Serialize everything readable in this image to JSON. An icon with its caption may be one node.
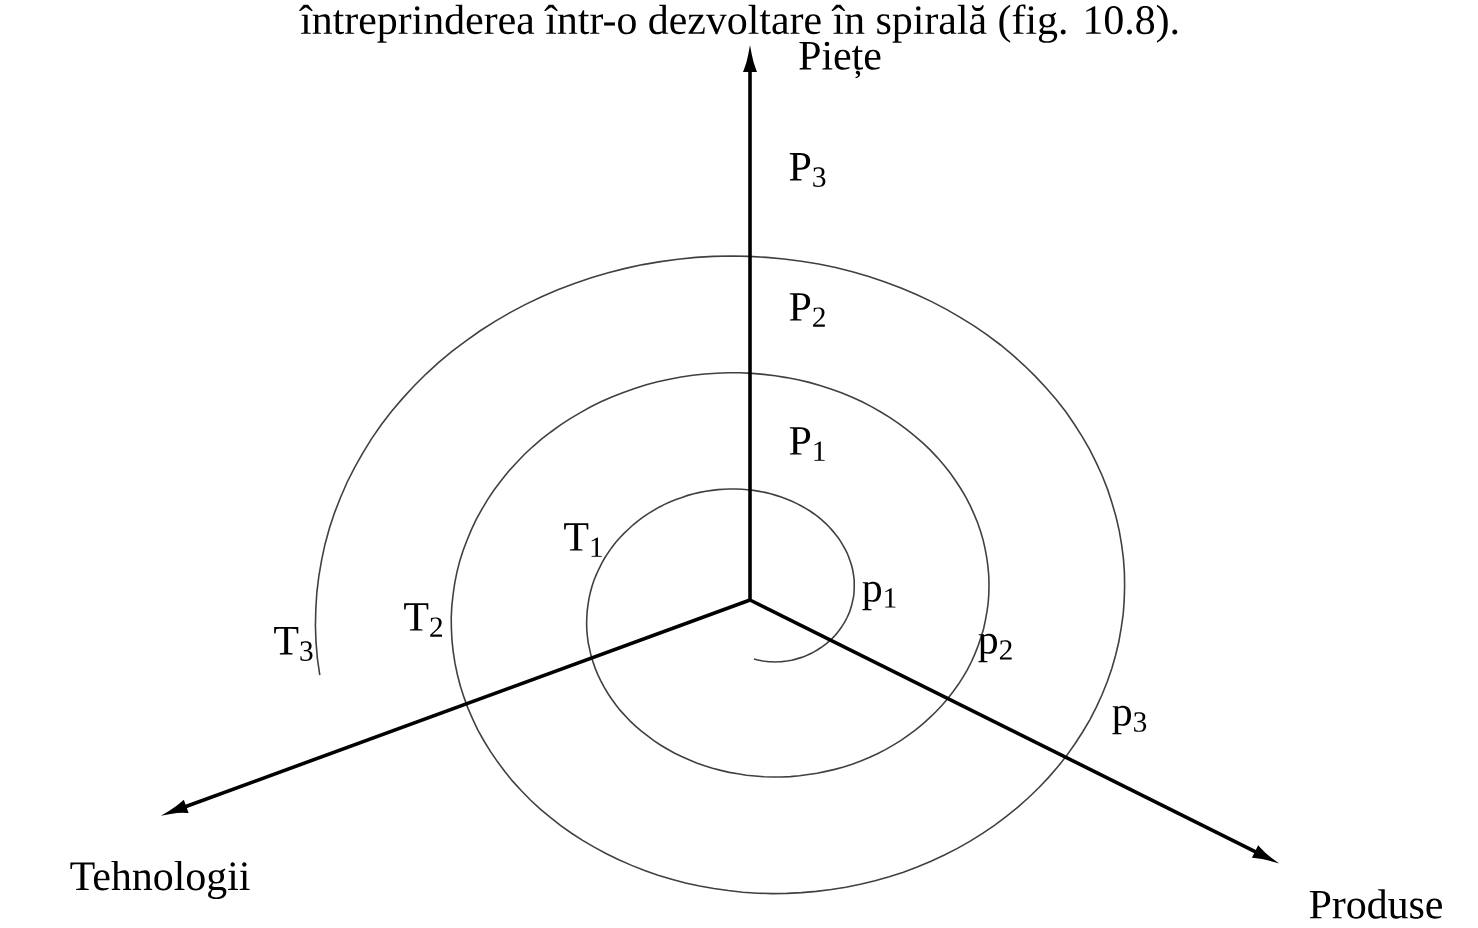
{
  "diagram": {
    "nodes": [
      {
        "text": [
          "Piețe"
        ]
      },
      {
        "text": [
          "Tehnologii"
        ]
      },
      {
        "text": [
          "Produse"
        ]
      }
    ],
    "edges": [
      {
        "from": null,
        "to": 0,
        "arrow": "to"
      },
      {
        "from": null,
        "to": 1,
        "arrow": "to"
      },
      {
        "from": null,
        "to": 2,
        "arrow": "to"
      }
    ],
    "labels": [
      "întreprinderea într-o dezvoltare în spirală (fig. 10.8).",
      "P$_{3}$",
      "P$_{2}$",
      "P$_{1}$",
      "T$_{1}$",
      "p$_{1}$",
      "T$_{3}$",
      "T$_{2}$",
      "p$_{2}$",
      "p$_{3}$"
    ]
  }
}
